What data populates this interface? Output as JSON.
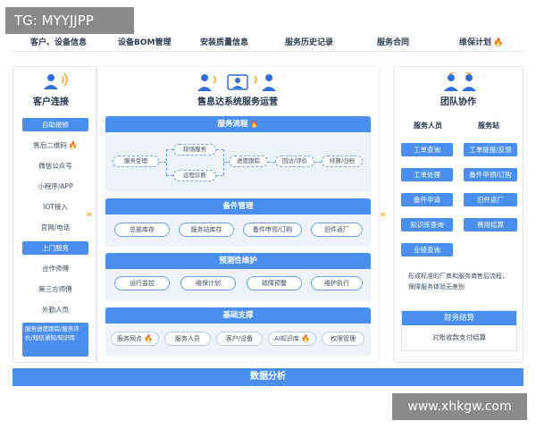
{
  "watermarks": {
    "top_left": "TG: MYYJJPP",
    "bottom_right": "www.xhkgw.com"
  },
  "topbar": {
    "items": [
      "客户、设备信息",
      "设备BOM管理",
      "安装质量信息",
      "服务历史记录",
      "服务合同",
      "维保计划"
    ]
  },
  "left": {
    "title": "客户连接",
    "items": [
      "自助报修",
      "售后二维码",
      "微信公众号",
      "小程序/APP",
      "IOT接入",
      "官网/电话",
      "上门服务",
      "合作师傅",
      "第三方师傅",
      "外勤人员"
    ],
    "note": "服务进度跟踪/服务评价/短信通知/知识库"
  },
  "middle": {
    "title": "售息达系统服务运营",
    "service_flow": {
      "title": "服务流程",
      "steps": [
        "服务受理",
        "现场服务",
        "远程诊断",
        "进度跟踪",
        "回访/评价",
        "结算/归档"
      ]
    },
    "parts": {
      "title": "备件管理",
      "items": [
        "总部库存",
        "服务站库存",
        "备件申领/订购",
        "旧件返厂"
      ]
    },
    "predictive": {
      "title": "预测性维护",
      "items": [
        "运行监控",
        "维保计划",
        "故障预警",
        "维护执行"
      ]
    },
    "base": {
      "title": "基础支撑",
      "items": [
        "服务网点",
        "服务人员",
        "客户/设备",
        "AI知识库",
        "权限管理"
      ]
    }
  },
  "right": {
    "title": "团队协作",
    "col1_title": "服务人员",
    "col2_title": "服务站",
    "col1": [
      "工单查询",
      "工单处理",
      "备件申请",
      "知识库查询",
      "业绩查询"
    ],
    "col2": [
      "工单提报/反馈",
      "备件申领/订购",
      "旧件返厂",
      "费用结算"
    ],
    "note": "形成标准的厂商和服务商售后流程，保障服务体验无差别",
    "finance_title": "财务结算",
    "finance_text": "对账收款支付结算"
  },
  "bottom": {
    "label": "数据分析"
  },
  "colors": {
    "accent": "#4a8ff0",
    "fire": "#f5a623"
  }
}
